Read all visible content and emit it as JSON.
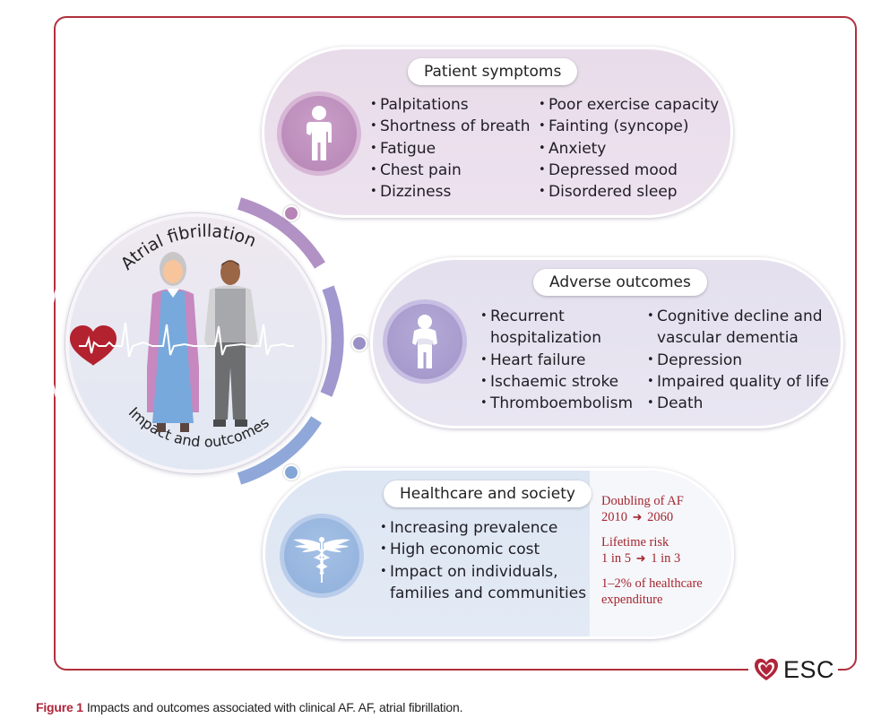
{
  "figure": {
    "center": {
      "top_arc_text": "Atrial fibrillation",
      "bottom_arc_text": "Impact and outcomes",
      "illustration": "two-elderly-people-with-heart-ecg"
    },
    "panels": {
      "symptoms": {
        "title": "Patient symptoms",
        "icon": "person-icon",
        "color": "#b684b5",
        "column1": [
          "Palpitations",
          "Shortness of breath",
          "Fatigue",
          "Chest pain",
          "Dizziness"
        ],
        "column2": [
          "Poor exercise capacity",
          "Fainting (syncope)",
          "Anxiety",
          "Depressed mood",
          "Disordered sleep"
        ]
      },
      "adverse": {
        "title": "Adverse outcomes",
        "icon": "bent-over-person-icon",
        "color": "#a195ca",
        "column1": [
          {
            "first": "Recurrent",
            "cont": "hospitalization"
          },
          {
            "first": "Heart failure"
          },
          {
            "first": "Ischaemic stroke"
          },
          {
            "first": "Thromboembolism"
          }
        ],
        "column2": [
          {
            "first": "Cognitive decline and",
            "cont": "vascular dementia"
          },
          {
            "first": "Depression"
          },
          {
            "first": "Impaired quality of life"
          },
          {
            "first": "Death"
          }
        ]
      },
      "health": {
        "title": "Healthcare and society",
        "icon": "caduceus-icon",
        "color": "#8fb0dc",
        "items": [
          {
            "first": "Increasing prevalence"
          },
          {
            "first": "High economic cost"
          },
          {
            "first": "Impact on individuals,",
            "cont": "families and communities"
          }
        ],
        "stats": [
          {
            "line1": "Doubling of AF",
            "line2_from": "2010",
            "line2_to": "2060"
          },
          {
            "line1": "Lifetime risk",
            "line2_from": "1 in 5",
            "line2_to": "1 in 3"
          },
          {
            "line1": "1–2% of healthcare",
            "line2": "expenditure"
          }
        ],
        "stat_color": "#a3262f"
      }
    },
    "logo": {
      "text": "ESC",
      "color": "#b0253a"
    },
    "frame_color": "#b0303d"
  },
  "caption": {
    "label": "Figure 1",
    "text": "Impacts and outcomes associated with clinical AF. AF, atrial fibrillation."
  }
}
